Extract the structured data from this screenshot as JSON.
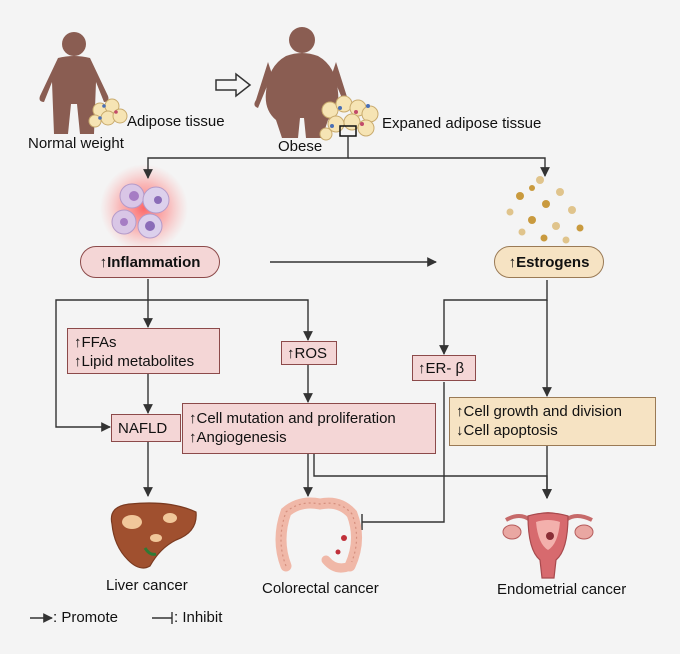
{
  "figure": {
    "labels": {
      "normal_weight": "Normal weight",
      "adipose_tissue": "Adipose tissue",
      "obese": "Obese",
      "expanded_adipose_tissue": "Expaned adipose tissue",
      "inflammation": "↑Inflammation",
      "estrogens": "↑Estrogens",
      "ffas": "↑FFAs",
      "lipid_metabolites": "↑Lipid metabolites",
      "ros": "↑ROS",
      "er_beta": "↑ER- β",
      "nafld": "NAFLD",
      "cell_mutation": "↑Cell mutation and proliferation",
      "angiogenesis": "↑Angiogenesis",
      "cell_growth": "↑Cell growth and division",
      "cell_apoptosis": "↓Cell apoptosis",
      "liver_cancer": "Liver cancer",
      "colorectal_cancer": "Colorectal cancer",
      "endometrial_cancer": "Endometrial cancer"
    },
    "legend": {
      "promote": ": Promote",
      "inhibit": ": Inhibit"
    }
  },
  "colors": {
    "person": "#8a5d52",
    "pink_box": "#f4d6d6",
    "tan_box": "#f6e3c3",
    "arrow": "#333333",
    "glow": "#ff6060"
  }
}
